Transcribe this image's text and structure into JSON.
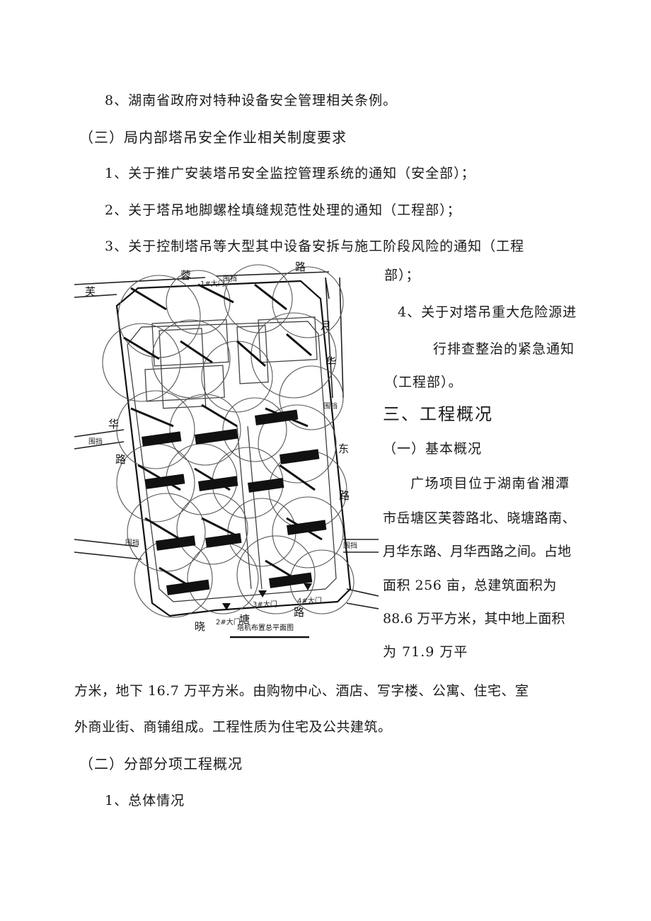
{
  "lines": {
    "l1": "8、湖南省政府对特种设备安全管理相关条例。",
    "l2": "（三）局内部塔吊安全作业相关制度要求",
    "l3": "1、关于推广安装塔吊安全监控管理系统的通知（安全部）；",
    "l4": "2、关于塔吊地脚螺栓填缝规范性处理的通知（工程部）；",
    "l5": "3、关于控制塔吊等大型其中设备安拆与施工阶段风险的通知（工程",
    "l6": "部）；",
    "l7": "4、关于对塔吊重大危险源进",
    "l8": "行排查整治的紧急通知",
    "l9": "（工程部）。",
    "l10": "三、工程概况",
    "l11": "（一）基本概况",
    "l12": "广场项目位于湖南省湘潭",
    "l13": "市岳塘区芙蓉路北、晓塘路南、",
    "l14": "月华东路、月华西路之间。占地",
    "l15": "面积 256 亩，总建筑面积为",
    "l16": "88.6 万平方米，其中地上面积",
    "l17": "为 71.9 万平",
    "l18": "方米，地下 16.7 万平方米。由购物中心、酒店、写字楼、公寓、住宅、室",
    "l19": "外商业街、商铺组成。工程性质为住宅及公共建筑。",
    "l20": "（二）分部分项工程概况",
    "l21": "1、总体情况"
  },
  "figure": {
    "caption": "塔机布置总平面图",
    "road_top": [
      "芙",
      "蓉",
      "路"
    ],
    "road_left": [
      "华",
      "路"
    ],
    "road_right": [
      "月",
      "华",
      "东",
      "路"
    ],
    "road_bottom": [
      "晓",
      "塘",
      "路"
    ],
    "fence": "围挡",
    "gates": [
      "1#大门",
      "2#大门",
      "3#大门",
      "4#大门"
    ]
  }
}
